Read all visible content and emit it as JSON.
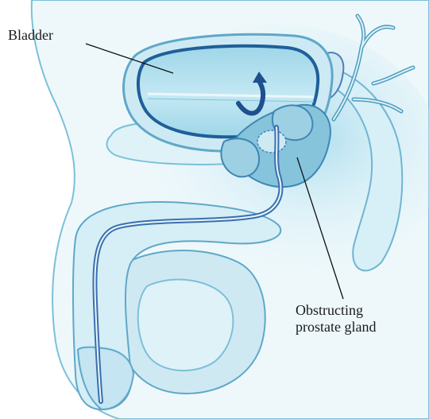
{
  "labels": {
    "bladder": "Bladder",
    "prostate_line1": "Obstructing",
    "prostate_line2": "prostate gland"
  },
  "colors": {
    "outline": "#5fa8c8",
    "tissue_light": "#e8f6fa",
    "tissue_mid": "#bfe4f0",
    "tissue_shadow": "#9fd3e6",
    "bladder_fill": "#aadaea",
    "bladder_wall": "#1e5f9a",
    "prostate_fill": "#86c4dc",
    "arrow": "#1e4f8f",
    "urethra": "#3a6fae",
    "leader_line": "#111111"
  }
}
